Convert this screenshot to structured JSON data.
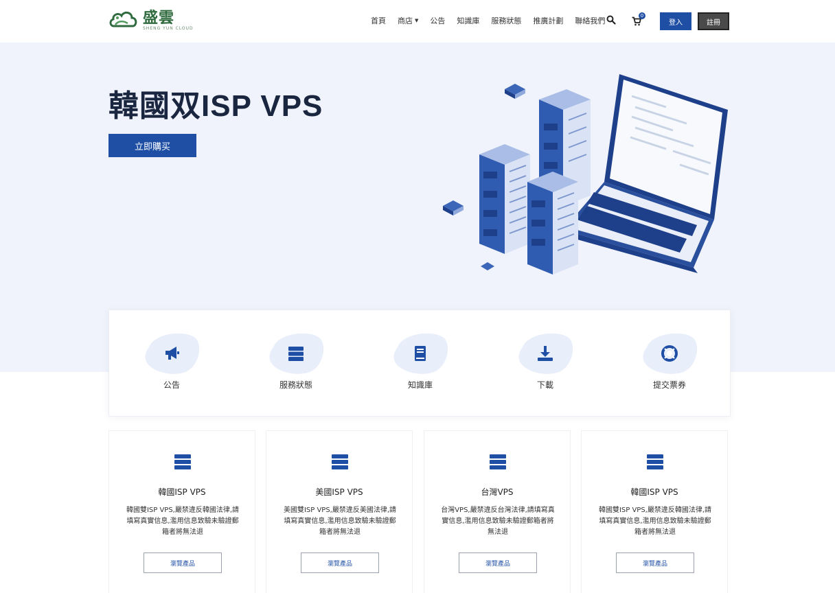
{
  "brand": {
    "name": "盛雲",
    "tagline": "SHENG YUN CLOUD",
    "color": "#2f6b3e"
  },
  "nav": {
    "items": [
      "首頁",
      "商店",
      "公告",
      "知識庫",
      "服務狀態",
      "推廣計劃",
      "聯絡我們"
    ],
    "cart_count": "0",
    "login_label": "登入",
    "register_label": "註冊"
  },
  "hero": {
    "title": "韓國双ISP VPS",
    "cta_label": "立即購买"
  },
  "quick_links": [
    {
      "label": "公告",
      "icon": "megaphone-icon"
    },
    {
      "label": "服務狀態",
      "icon": "server-status-icon"
    },
    {
      "label": "知識庫",
      "icon": "book-icon"
    },
    {
      "label": "下載",
      "icon": "download-icon"
    },
    {
      "label": "提交票券",
      "icon": "lifebuoy-icon"
    }
  ],
  "products": [
    {
      "title": "韓國ISP VPS",
      "desc": "韓國雙ISP VPS,嚴禁違反韓國法律,請填寫真實信息,濫用信息致驗未驗證郵箱者將無法退",
      "button": "瀏覽產品"
    },
    {
      "title": "美國ISP VPS",
      "desc": "美國雙ISP VPS,嚴禁違反美國法律,請填寫真實信息,濫用信息致驗未驗證郵箱者將無法退",
      "button": "瀏覽產品"
    },
    {
      "title": "台灣VPS",
      "desc": "台灣VPS,嚴禁違反台灣法律,請填寫真實信息,濫用信息致驗未驗證郵箱者將無法退",
      "button": "瀏覽產品"
    },
    {
      "title": "韓國ISP VPS",
      "desc": "韓國雙ISP VPS,嚴禁違反韓國法律,請填寫真實信息,濫用信息致驗未驗證郵箱者將無法退",
      "button": "瀏覽產品"
    }
  ],
  "colors": {
    "primary": "#1e4fa5",
    "hero_bg": "#f0f3fb",
    "dark_button": "#4a4a4a"
  }
}
